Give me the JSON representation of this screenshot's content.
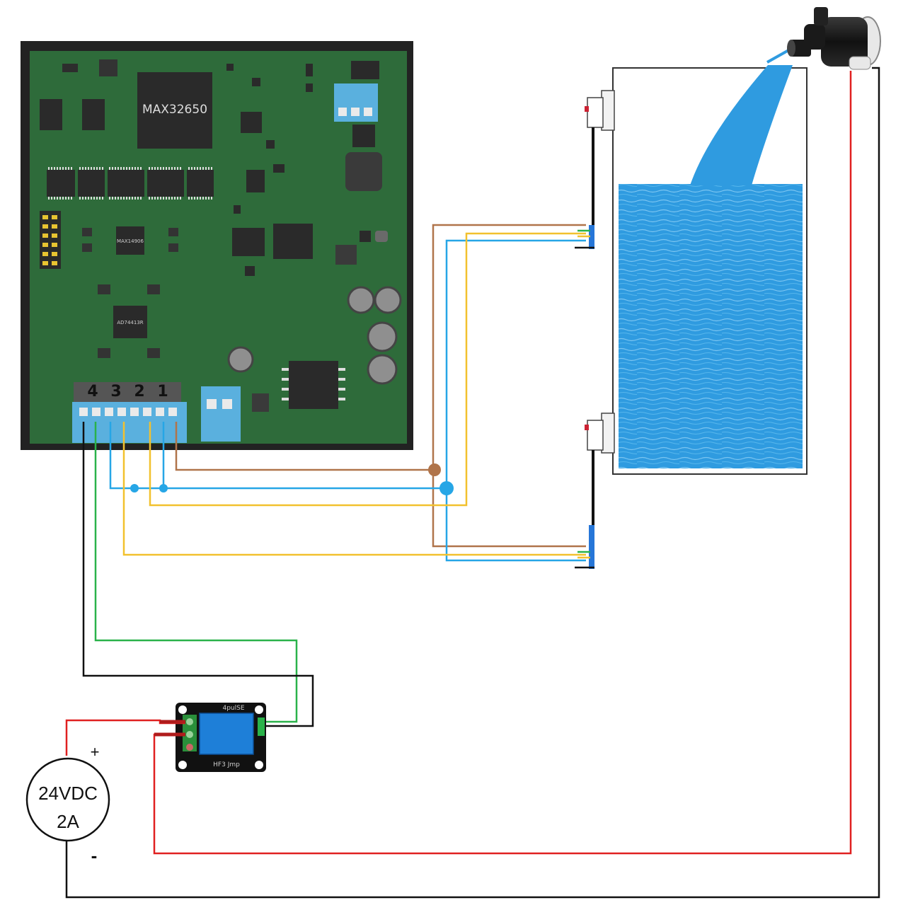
{
  "board": {
    "mcu_label": "MAX32650",
    "ic_small_label": "MAX14906",
    "adc_label": "AD74413R",
    "terminal_numbers": [
      "4",
      "3",
      "2",
      "1"
    ]
  },
  "relay": {
    "top_label": "4pulSE",
    "bottom_label": "HF3 Jmp"
  },
  "power_supply": {
    "line1": "24VDC",
    "line2": "2A",
    "plus": "+",
    "minus": "-"
  },
  "colors": {
    "board_green": "#2e6b3a",
    "board_frame": "#222222",
    "water_blue": "#2f9be0",
    "wire_brown": "#b0744a",
    "wire_blue": "#26a6e6",
    "wire_yellow": "#f2c12e",
    "wire_green": "#2ab24a",
    "wire_black": "#111111",
    "wire_red": "#e02020",
    "terminal_blue": "#5ab0de",
    "relay_blue": "#1e7fd8"
  },
  "icons": [
    "pcb-board",
    "water-pump-icon",
    "level-sensor-icon",
    "relay-module-icon",
    "power-source-icon"
  ]
}
